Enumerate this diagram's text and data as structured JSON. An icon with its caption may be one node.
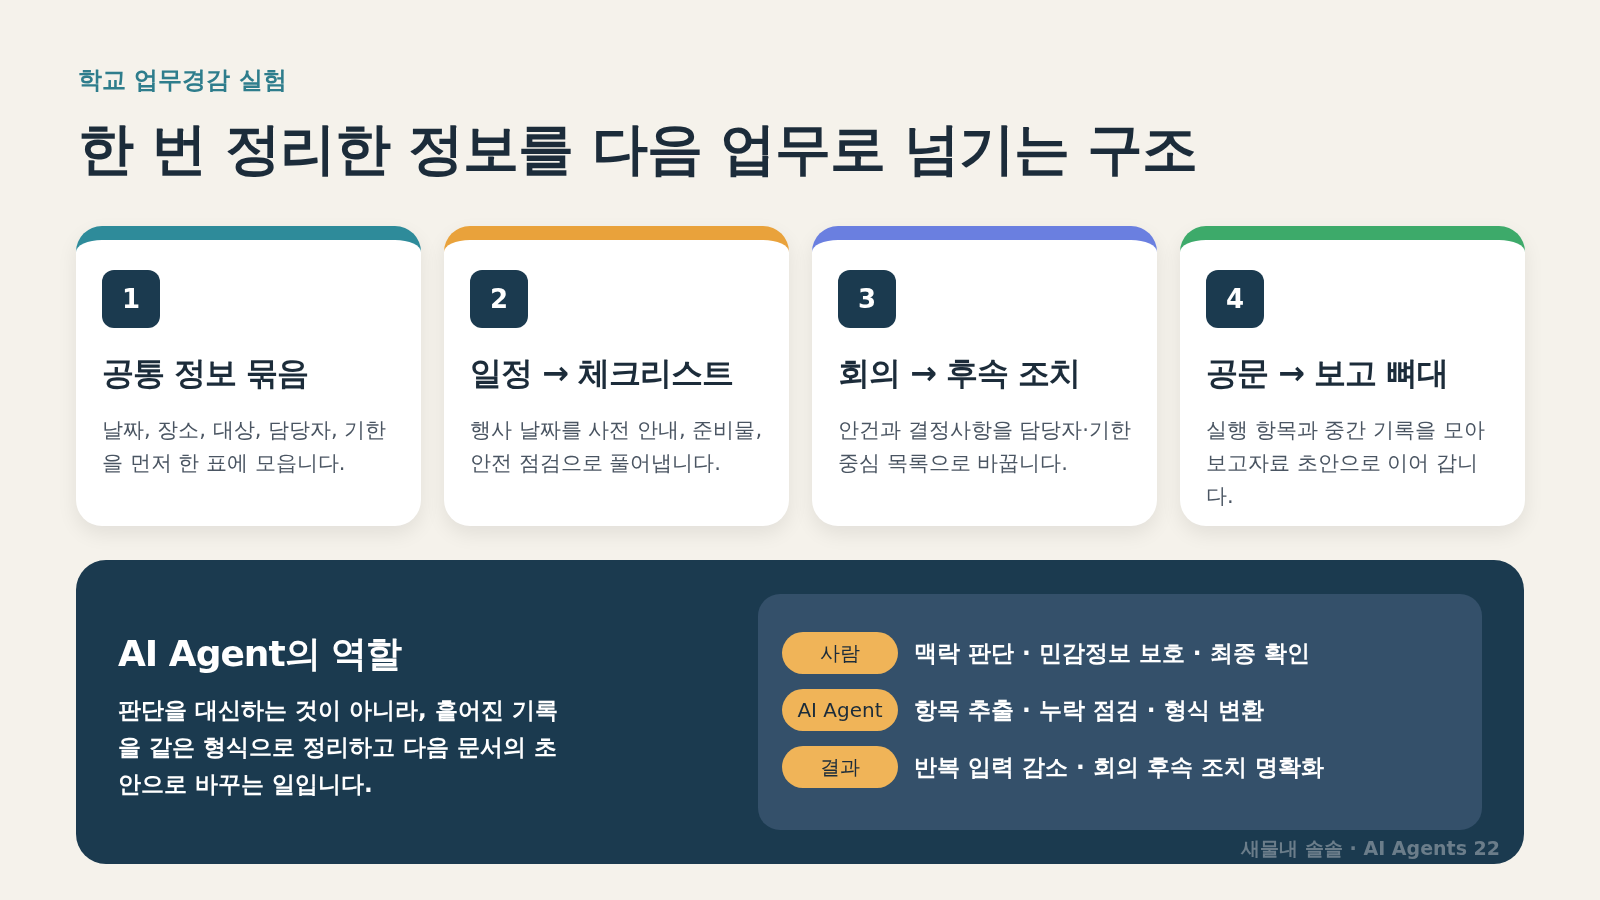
{
  "diagram": {
    "title": "한 번 정리한 정보를 다음 업무로 넘기는 구조",
    "nodes": [
      {
        "text": [
          "1",
          "공통 정보 묶음",
          "날짜, 장소, 대상, 담당자, 기한을 먼저 한 표에 모읍니다."
        ]
      },
      {
        "text": [
          "2",
          "일정 → 체크리스트",
          "행사 날짜를 사전 안내, 준비물, 안전 점검으로 풀어냅니다."
        ]
      },
      {
        "text": [
          "3",
          "회의 → 후속 조치",
          "안건과 결정사항을 담당자·기한 중심 목록으로 바꿉니다."
        ]
      },
      {
        "text": [
          "4",
          "공문 → 보고 뼈대",
          "실행 항목과 중간 기록을 모아 보고자료 초안으로 이어 갑니다."
        ]
      },
      {
        "text": [
          "AI Agent의 역할",
          "판단을 대신하는 것이 아니라, 흩어진 기록을 같은 형식으로 정리하고 다음 문서의 초안으로 바꾸는 일입니다."
        ]
      },
      {
        "text": [],
        "shape": "box",
        "in": 4
      },
      {
        "text": [
          "사람"
        ],
        "in": 5,
        "beside": [
          "맥락 판단 · 민감정보 보호 · 최종 확인"
        ]
      },
      {
        "text": [
          "AI Agent"
        ],
        "in": 5,
        "beside": [
          "항목 추출 · 누락 점검 · 형식 변환"
        ]
      },
      {
        "text": [
          "결과"
        ],
        "in": 5,
        "beside": [
          "반복 입력 감소 · 회의 후속 조치 명확화"
        ]
      }
    ],
    "edges": [],
    "labels": [
      "학교 업무경감 실험",
      "새물내 솔솔 · AI Agents 22"
    ]
  }
}
